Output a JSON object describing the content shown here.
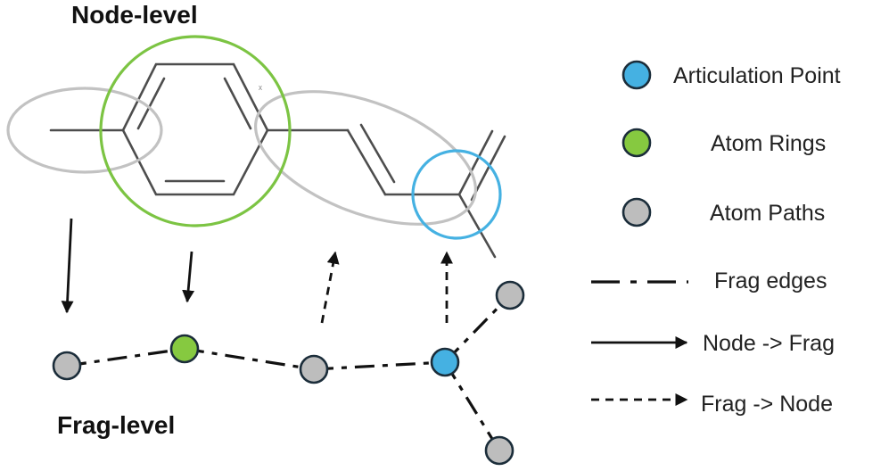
{
  "titles": {
    "node_level": "Node-level",
    "frag_level": "Frag-level"
  },
  "legend": {
    "articulation_point": "Articulation Point",
    "atom_rings": "Atom Rings",
    "atom_paths": "Atom Paths",
    "frag_edges": "Frag edges",
    "node_to_frag": "Node -> Frag",
    "frag_to_node": "Frag -> Node"
  },
  "colors": {
    "articulation": "#45b1e2",
    "ring": "#86c940",
    "path": "#bdbdbd",
    "node_border": "#1b2d3a",
    "ring_highlight": "#7cc443",
    "path_highlight": "#c2c2c2",
    "articulation_highlight": "#45b1e2"
  },
  "atom_label": "ₓ"
}
